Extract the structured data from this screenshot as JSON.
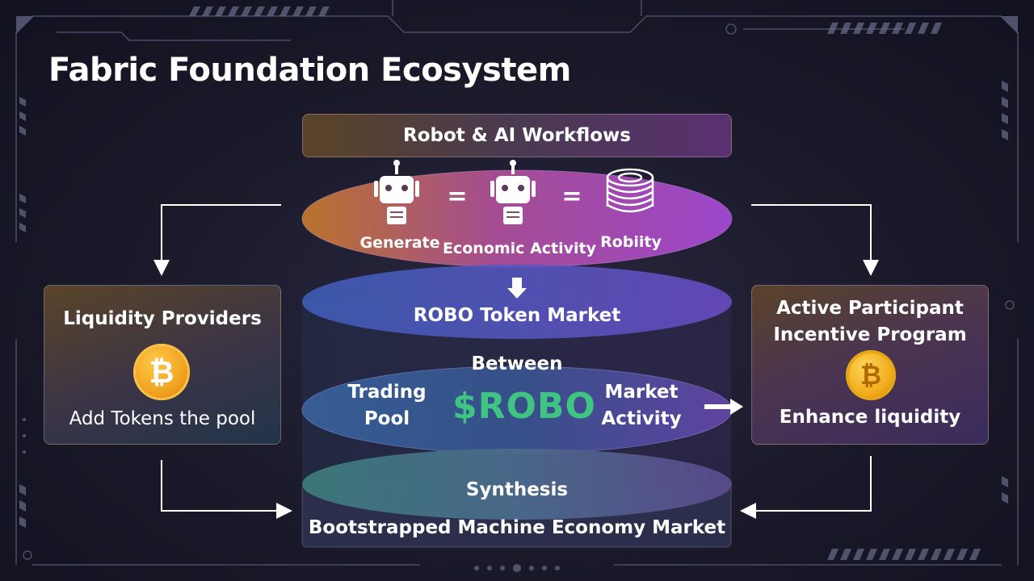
{
  "title": "Fabric Foundation Ecosystem",
  "workflows": {
    "header": "Robot & AI Workflows",
    "generate_label": "Generate",
    "economic_activity_label": "Economic Activity",
    "robility_label": "Robiity",
    "equals_symbol": "="
  },
  "token_market": {
    "label": "ROBO Token Market"
  },
  "pool": {
    "between_label": "Between",
    "trading_pool_label_line1": "Trading",
    "trading_pool_label_line2": "Pool",
    "token_symbol": "$ROBO",
    "market_activity_line1": "Market",
    "market_activity_line2": "Activity"
  },
  "synthesis": {
    "label": "Synthesis",
    "market_label": "Bootstrapped Machine Economy Market"
  },
  "liquidity_providers": {
    "title": "Liquidity Providers",
    "coin_icon": "bitcoin-icon",
    "caption": "Add Tokens the pool"
  },
  "incentive_program": {
    "title_line1": "Active Participant",
    "title_line2": "Incentive Program",
    "coin_icon": "bitcoin-icon",
    "caption": "Enhance liquidity"
  },
  "colors": {
    "accent_green": "#3fc483",
    "coin_gold": "#f0a11e",
    "purple": "#a04ad0",
    "blue": "#4a6acb"
  }
}
